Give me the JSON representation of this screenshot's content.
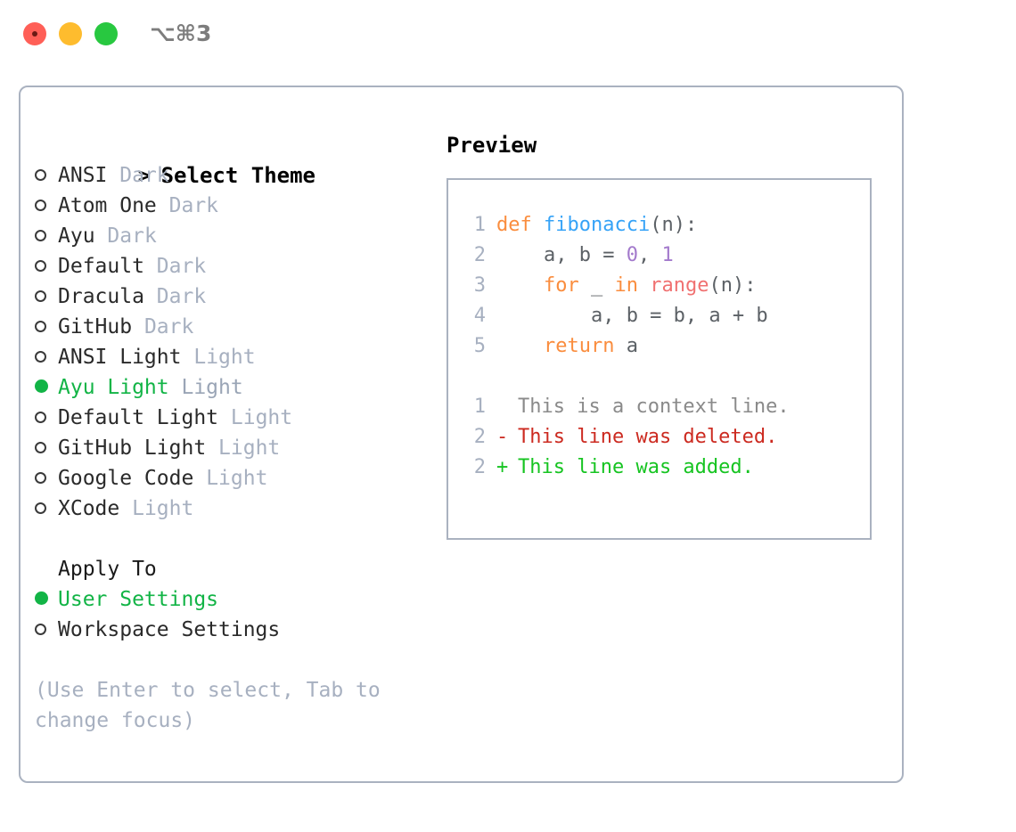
{
  "titlebar": {
    "shortcut": "⌥⌘3",
    "traffic_lights": [
      "close",
      "minimize",
      "maximize"
    ]
  },
  "theme_panel": {
    "header_prefix": "> ",
    "header_label": "Select Theme",
    "items": [
      {
        "name": "ANSI",
        "kind": "Dark",
        "selected": false
      },
      {
        "name": "Atom One",
        "kind": "Dark",
        "selected": false
      },
      {
        "name": "Ayu",
        "kind": "Dark",
        "selected": false
      },
      {
        "name": "Default",
        "kind": "Dark",
        "selected": false
      },
      {
        "name": "Dracula",
        "kind": "Dark",
        "selected": false
      },
      {
        "name": "GitHub",
        "kind": "Dark",
        "selected": false
      },
      {
        "name": "ANSI Light",
        "kind": "Light",
        "selected": false
      },
      {
        "name": "Ayu Light",
        "kind": "Light",
        "selected": true
      },
      {
        "name": "Default Light",
        "kind": "Light",
        "selected": false
      },
      {
        "name": "GitHub Light",
        "kind": "Light",
        "selected": false
      },
      {
        "name": "Google Code",
        "kind": "Light",
        "selected": false
      },
      {
        "name": "XCode",
        "kind": "Light",
        "selected": false
      }
    ]
  },
  "apply_to": {
    "title": "Apply To",
    "options": [
      {
        "label": "User Settings",
        "selected": true
      },
      {
        "label": "Workspace Settings",
        "selected": false
      }
    ]
  },
  "hint": "(Use Enter to select, Tab to change focus)",
  "preview": {
    "title": "Preview",
    "code_lines": [
      {
        "num": "1",
        "tokens": [
          {
            "t": "def ",
            "c": "tok-kw"
          },
          {
            "t": "fibonacci",
            "c": "tok-fn"
          },
          {
            "t": "(n):",
            "c": "tok-plain"
          }
        ]
      },
      {
        "num": "2",
        "tokens": [
          {
            "t": "    a, b = ",
            "c": "tok-plain"
          },
          {
            "t": "0",
            "c": "tok-num"
          },
          {
            "t": ", ",
            "c": "tok-plain"
          },
          {
            "t": "1",
            "c": "tok-num"
          }
        ]
      },
      {
        "num": "3",
        "tokens": [
          {
            "t": "    ",
            "c": "tok-plain"
          },
          {
            "t": "for",
            "c": "tok-kw"
          },
          {
            "t": " _ ",
            "c": "tok-plain"
          },
          {
            "t": "in",
            "c": "tok-kw"
          },
          {
            "t": " ",
            "c": "tok-plain"
          },
          {
            "t": "range",
            "c": "tok-builtin"
          },
          {
            "t": "(n):",
            "c": "tok-plain"
          }
        ]
      },
      {
        "num": "4",
        "tokens": [
          {
            "t": "        a, b = b, a + b",
            "c": "tok-plain"
          }
        ]
      },
      {
        "num": "5",
        "tokens": [
          {
            "t": "    ",
            "c": "tok-plain"
          },
          {
            "t": "return",
            "c": "tok-kw"
          },
          {
            "t": " a",
            "c": "tok-plain"
          }
        ]
      }
    ],
    "diff_lines": [
      {
        "num": "1",
        "mark": " ",
        "text": "This is a context line.",
        "cls": "diff-ctx"
      },
      {
        "num": "2",
        "mark": "-",
        "text": "This line was deleted.",
        "cls": "diff-del"
      },
      {
        "num": "2",
        "mark": "+",
        "text": "This line was added.",
        "cls": "diff-add"
      }
    ]
  },
  "colors": {
    "accent_green": "#12b446",
    "border": "#aab2c0",
    "muted": "#a7b0c0",
    "keyword": "#fa8d3e",
    "function": "#36a3f7",
    "number": "#a37acc",
    "builtin": "#f07171",
    "diff_delete": "#cc2a20",
    "diff_add": "#16c421"
  }
}
